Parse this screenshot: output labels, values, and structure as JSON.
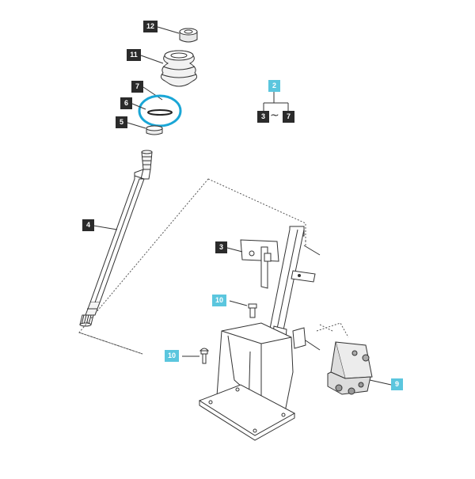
{
  "diagram": {
    "callouts": {
      "c12": "12",
      "c11": "11",
      "c7": "7",
      "c6": "6",
      "c5": "5",
      "c4": "4",
      "c3": "3",
      "c10a": "10",
      "c10b": "10",
      "c9": "9"
    },
    "legend": {
      "parent": "2",
      "from": "3",
      "separator": "~",
      "to": "7"
    },
    "colors": {
      "callout_dark": "#2b2b2b",
      "callout_highlight": "#5bc6de",
      "highlight_ring": "#1aa6d6",
      "line": "#333333"
    }
  }
}
